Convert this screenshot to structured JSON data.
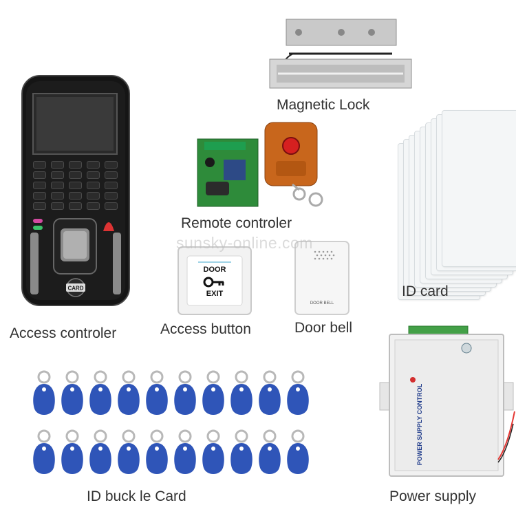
{
  "products": {
    "access_controller": {
      "caption": "Access controler",
      "card_label": "CARD"
    },
    "magnetic_lock": {
      "caption": "Magnetic Lock"
    },
    "remote_controller": {
      "caption": "Remote controler"
    },
    "id_card": {
      "caption": "ID card"
    },
    "access_button": {
      "caption": "Access button",
      "top_text": "DOOR",
      "bottom_text": "EXIT"
    },
    "door_bell": {
      "caption": "Door bell",
      "label": "DOOR BELL"
    },
    "id_buckle_card": {
      "caption": "ID buck le Card"
    },
    "power_supply": {
      "caption": "Power supply",
      "label": "POWER SUPPLY CONTROL"
    }
  },
  "watermark": "sunsky-online.com",
  "colors": {
    "fob_blue": "#2f55b8",
    "remote_orange": "#c8661c",
    "pcb_green": "#2e8b3a",
    "controller_black": "#151515"
  }
}
